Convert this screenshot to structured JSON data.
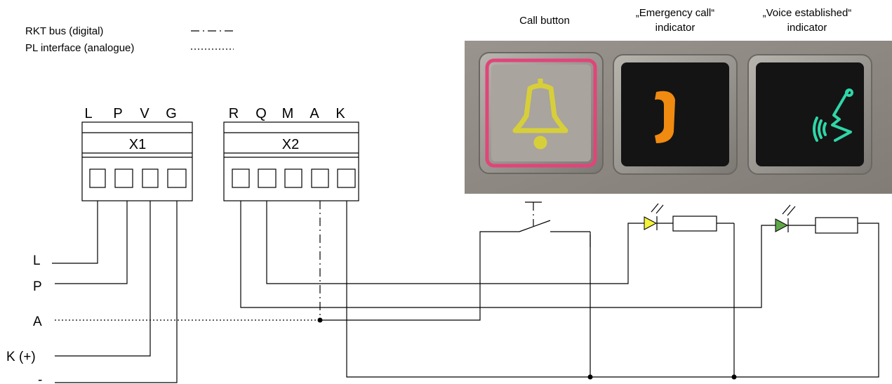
{
  "legend": {
    "bus_label": "RKT bus (digital)",
    "pl_label": "PL interface (analogue)"
  },
  "panel_labels": {
    "call_button": "Call button",
    "emergency_line1": "„Emergency call“",
    "emergency_line2": "indicator",
    "voice_line1": "„Voice established“",
    "voice_line2": "indicator"
  },
  "x1": {
    "name": "X1",
    "pins": [
      "L",
      "P",
      "V",
      "G"
    ]
  },
  "x2": {
    "name": "X2",
    "pins": [
      "R",
      "Q",
      "M",
      "A",
      "K"
    ]
  },
  "terminals": [
    "L",
    "P",
    "A",
    "K (+)",
    "-"
  ],
  "colors": {
    "panel": "#8f8983",
    "panel_edge": "#6e6964",
    "call_ring": "#e0457a",
    "bell": "#d7cf3a",
    "handset": "#f08a10",
    "voice_icon": "#2fd6a8",
    "led_yellow": "#f4f23a",
    "led_green": "#5fa84a"
  },
  "icons": [
    "bell-icon",
    "handset-icon",
    "voice-icon"
  ]
}
